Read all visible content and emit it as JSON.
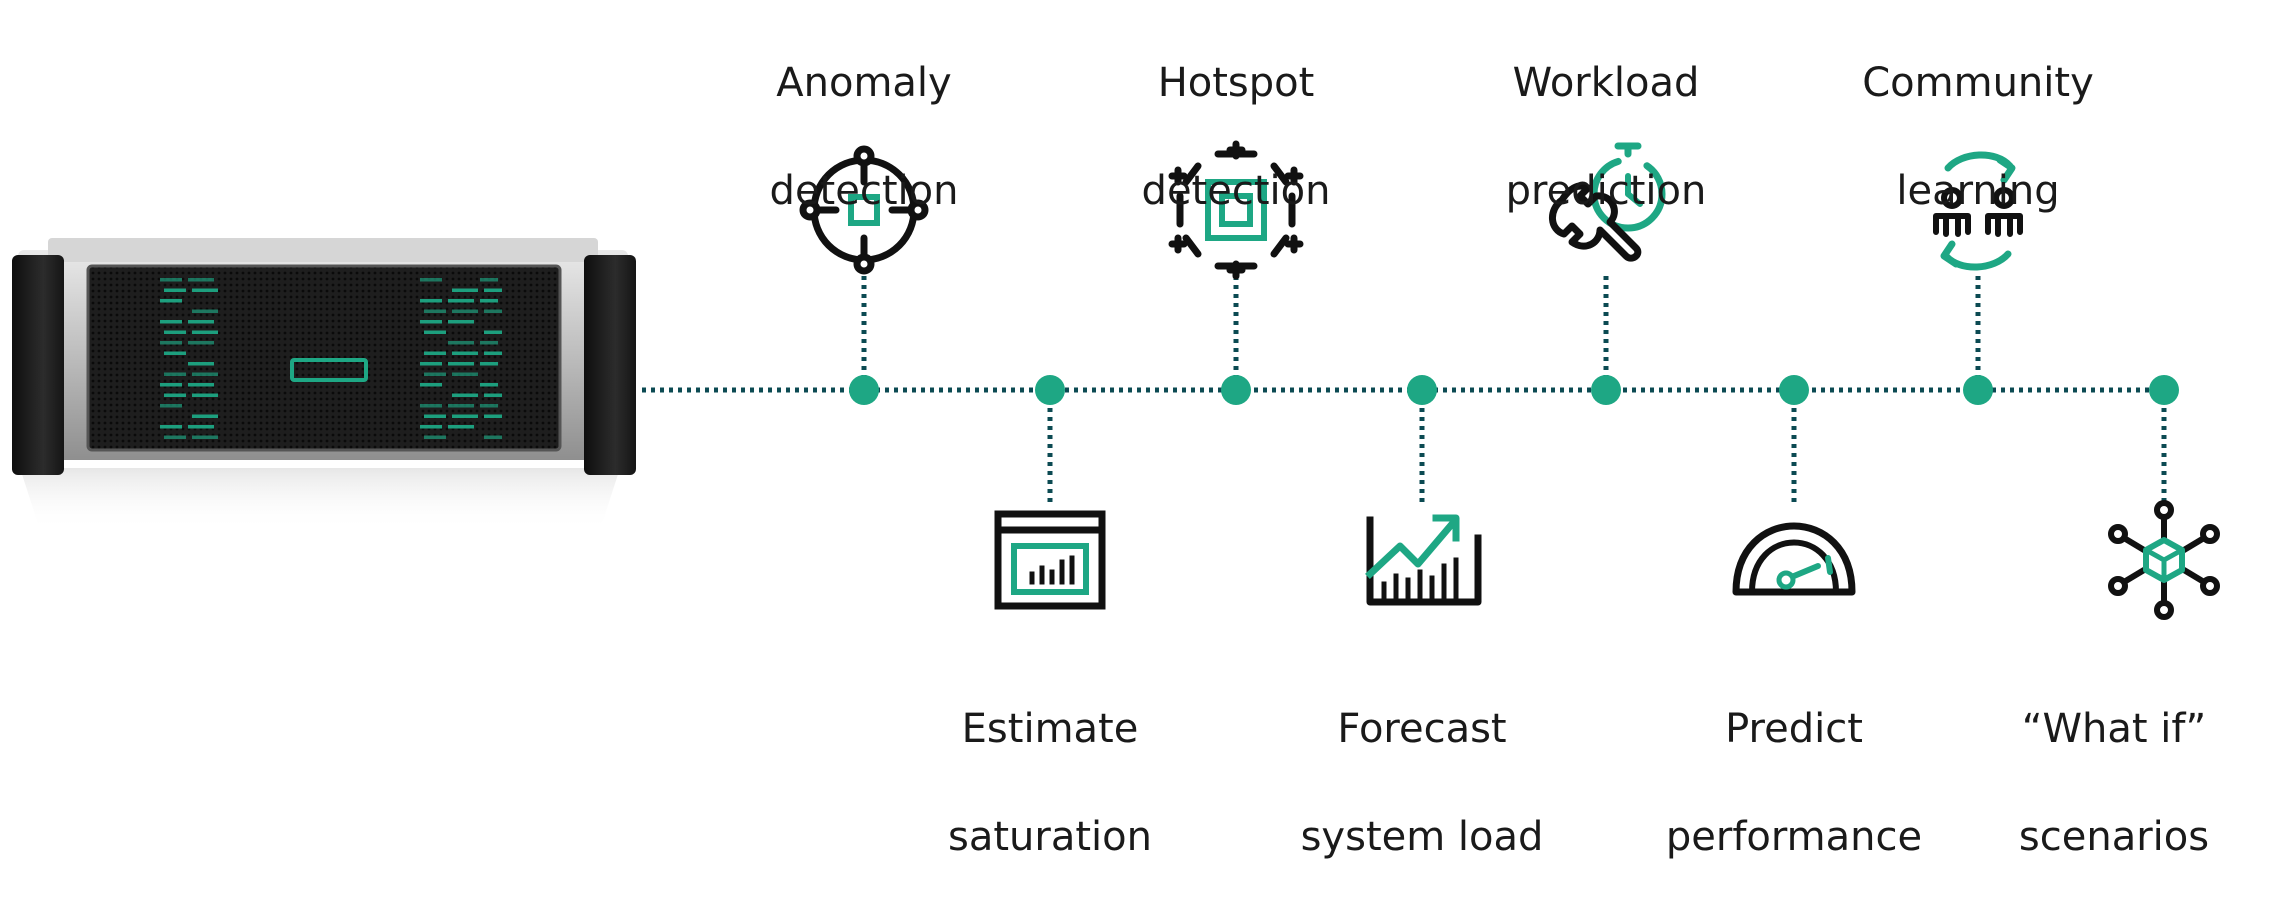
{
  "colors": {
    "accent": "#1ea784",
    "dots": "#1ea784",
    "connector": "#0b4a52",
    "icon_dark": "#111111",
    "text": "#1a1a1a"
  },
  "device": {
    "name": "storage-array",
    "led_color": "#1ea784"
  },
  "timeline": {
    "top_items": [
      {
        "line1": "Anomaly",
        "line2": "detection",
        "icon": "crosshair-icon"
      },
      {
        "line1": "Hotspot",
        "line2": "detection",
        "icon": "hotspot-chip-icon"
      },
      {
        "line1": "Workload",
        "line2": "prediction",
        "icon": "wrench-stopwatch-icon"
      },
      {
        "line1": "Community",
        "line2": "learning",
        "icon": "community-exchange-icon"
      }
    ],
    "bottom_items": [
      {
        "line1": "Estimate",
        "line2": "saturation",
        "icon": "saturation-chart-icon"
      },
      {
        "line1": "Forecast",
        "line2": "system load",
        "icon": "trend-chart-icon"
      },
      {
        "line1": "Predict",
        "line2": "performance",
        "icon": "gauge-icon"
      },
      {
        "line1": "“What if”",
        "line2": "scenarios",
        "icon": "network-cube-icon"
      }
    ]
  }
}
